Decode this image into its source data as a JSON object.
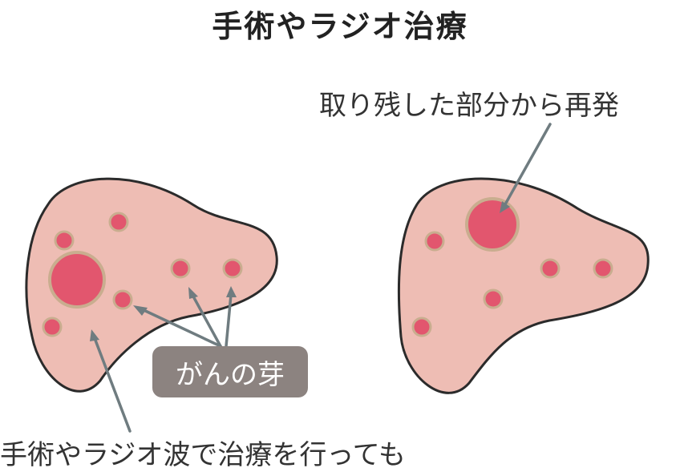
{
  "title": "手術やラジオ治療",
  "callout_top": "取り残した部分から再発",
  "badge_label": "がんの芽",
  "caption_bottom": "手術やラジオ波で治療を行っても",
  "colors": {
    "organ_fill": "#eebdb4",
    "organ_stroke": "#2b2b2b",
    "spot_fill": "#e2566e",
    "spot_ring": "#c9ad8f",
    "arrow": "#6f7c80",
    "badge": "#8c8380"
  }
}
